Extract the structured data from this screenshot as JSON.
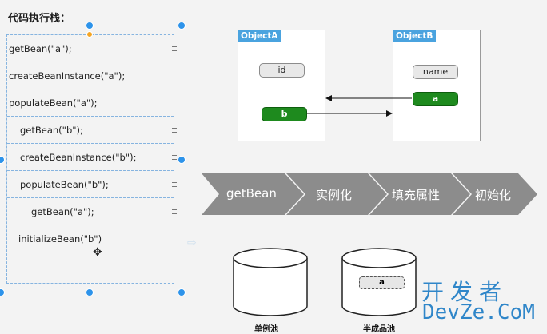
{
  "title": "代码执行栈：",
  "stack": [
    {
      "text": "getBean(\"a\");",
      "indent": 0
    },
    {
      "text": "createBeanInstance(\"a\");",
      "indent": 0
    },
    {
      "text": "populateBean(\"a\");",
      "indent": 0
    },
    {
      "text": "getBean(\"b\");",
      "indent": 1
    },
    {
      "text": "createBeanInstance(\"b\");",
      "indent": 1
    },
    {
      "text": "populateBean(\"b\");",
      "indent": 1
    },
    {
      "text": "getBean(\"a\");",
      "indent": 2
    },
    {
      "text": "initializeBean(\"b\")",
      "indent": 1
    },
    {
      "text": "",
      "indent": 0
    }
  ],
  "objects": {
    "a": {
      "name": "ObjectA",
      "field1": "id",
      "field2": "b"
    },
    "b": {
      "name": "ObjectB",
      "field1": "name",
      "field2": "a"
    }
  },
  "steps": [
    "getBean",
    "实例化",
    "填充属性",
    "初始化"
  ],
  "pools": {
    "singleton": {
      "label": "单例池"
    },
    "half": {
      "label": "半成品池",
      "item": "a"
    }
  },
  "watermark": {
    "cn": "开发者",
    "en": "DevZe.CoM"
  },
  "colors": {
    "accent": "#4aa3df",
    "green": "#1e8a1e",
    "chevron": "#8c8c8c",
    "selection": "#2d93ea"
  }
}
